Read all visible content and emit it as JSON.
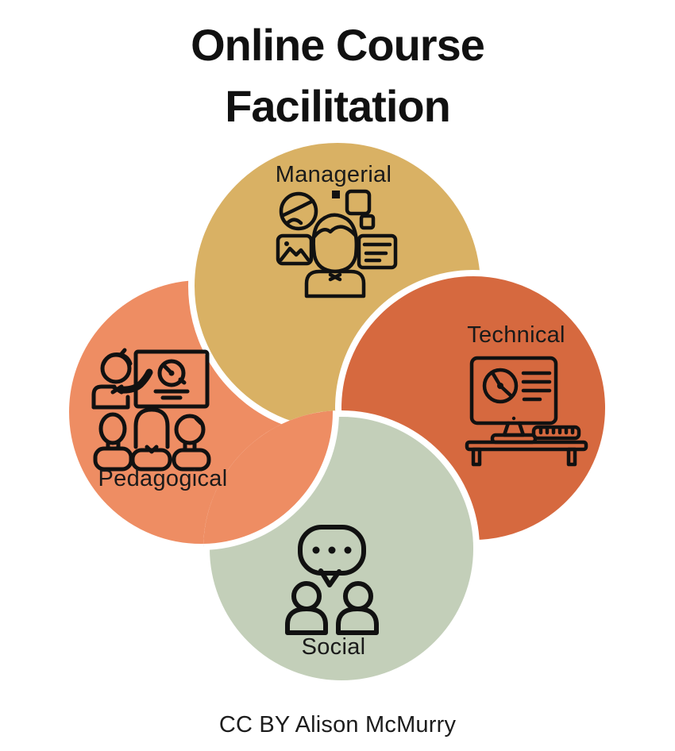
{
  "page": {
    "background": "#ffffff"
  },
  "title": {
    "line1": "Online Course",
    "line2": "Facilitation"
  },
  "credit": "CC BY Alison McMurry",
  "diagram": {
    "type": "pinwheel-venn",
    "stroke_color": "#ffffff",
    "icon_color": "#111111",
    "circles": [
      {
        "label": "Managerial",
        "position": "top",
        "color": "#d9b164",
        "icon": "manager-profile-icon"
      },
      {
        "label": "Technical",
        "position": "right",
        "color": "#d6693f",
        "icon": "desktop-computer-icon"
      },
      {
        "label": "Pedagogical",
        "position": "left",
        "color": "#ee8d63",
        "icon": "teacher-classroom-icon"
      },
      {
        "label": "Social",
        "position": "bottom",
        "color": "#c3cfb9",
        "icon": "speech-people-icon"
      }
    ]
  }
}
